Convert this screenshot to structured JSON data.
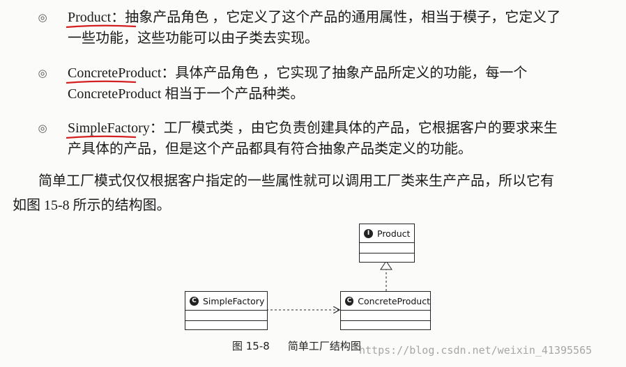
{
  "bullets": [
    {
      "term": "Product",
      "colon": "：",
      "role": "抽象产品角色",
      "line1_rest": "，它定义了这个产品的通用属性，相当于模子，它定义了",
      "line2": "一些功能，这些功能可以由子类去实现。"
    },
    {
      "term": "ConcreteProduct",
      "colon": "：",
      "role": "具体产品角色",
      "line1_rest": "，它实现了抽象产品所定义的功能，每一个",
      "line2": "ConcreteProduct 相当于一个产品种类。"
    },
    {
      "term": "SimpleFactory",
      "colon": "：",
      "role": "工厂模式类",
      "line1_rest": "，由它负责创建具体的产品，它根据客户的要求来生",
      "line2": "产具体的产品，但是这个产品都具有符合抽象产品类定义的功能。"
    }
  ],
  "bullet_symbol": "◎",
  "summary": {
    "line1": "简单工厂模式仅仅根据客户指定的一些属性就可以调用工厂类来生产产品，所以它有",
    "line2": "如图 15-8 所示的结构图。"
  },
  "diagram": {
    "product": {
      "name": "Product",
      "icon": "I"
    },
    "concrete": {
      "name": "ConcreteProduct",
      "icon": "C"
    },
    "factory": {
      "name": "SimpleFactory",
      "icon": "C"
    }
  },
  "caption": {
    "number": "图 15-8",
    "title": "简单工厂结构图"
  },
  "watermark": "https://blog.csdn.net/weixin_41395565",
  "colors": {
    "underline": "#d42020",
    "text": "#1a1a1a"
  }
}
